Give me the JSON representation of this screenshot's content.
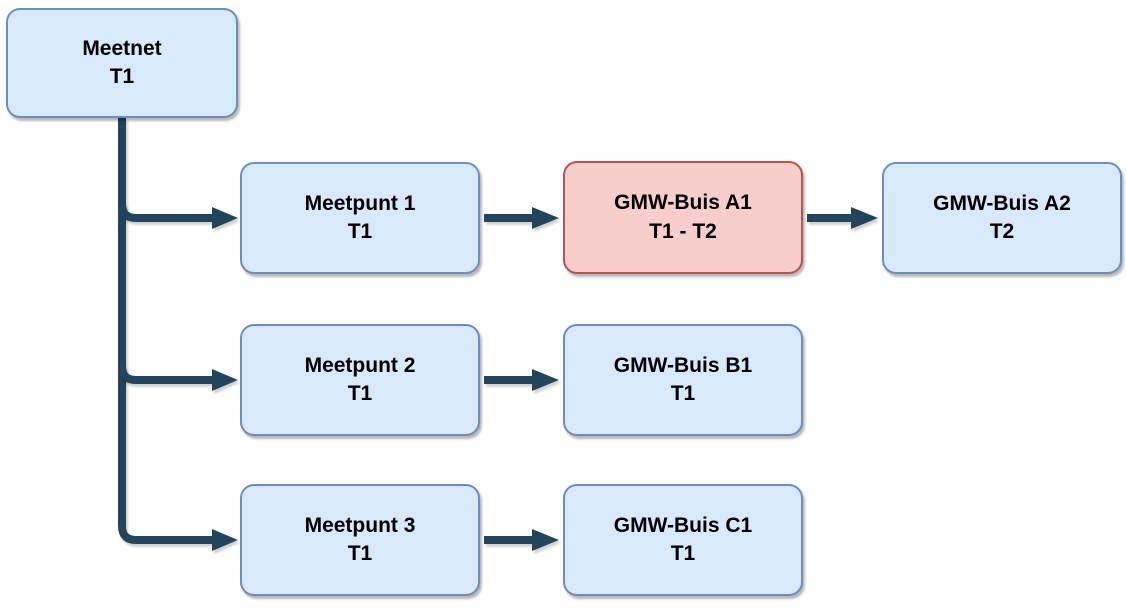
{
  "diagram": {
    "nodes": {
      "meetnet": {
        "label": "Meetnet",
        "period": "T1"
      },
      "meetpunt1": {
        "label": "Meetpunt 1",
        "period": "T1"
      },
      "gmw_a1": {
        "label": "GMW-Buis A1",
        "period": "T1 - T2"
      },
      "gmw_a2": {
        "label": "GMW-Buis A2",
        "period": "T2"
      },
      "meetpunt2": {
        "label": "Meetpunt 2",
        "period": "T1"
      },
      "gmw_b1": {
        "label": "GMW-Buis B1",
        "period": "T1"
      },
      "meetpunt3": {
        "label": "Meetpunt 3",
        "period": "T1"
      },
      "gmw_c1": {
        "label": "GMW-Buis C1",
        "period": "T1"
      }
    },
    "colors": {
      "node_fill": "#dae8fc",
      "node_border": "#6c8ebf",
      "highlight_fill": "#f8cecc",
      "highlight_border": "#b85450",
      "arrow": "#23445d"
    }
  }
}
